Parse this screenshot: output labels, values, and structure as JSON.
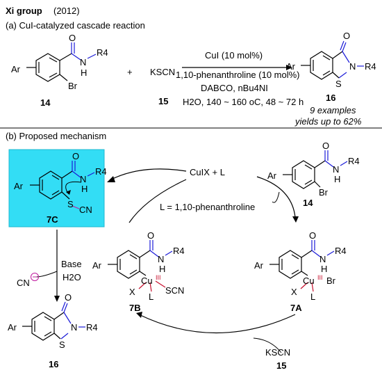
{
  "colors": {
    "black": "#000000",
    "blue": "#1a1ad8",
    "red": "#c8102e",
    "magenta": "#c0189e",
    "cyan_box": "#33ddf5"
  },
  "header": {
    "group": "Xi group",
    "year": "(2012)"
  },
  "part_a": {
    "title": "(a) CuI-catalyzed cascade reaction",
    "reagent_ksc": "KSCN",
    "plus": "+",
    "cond1": "CuI (10 mol%)",
    "cond2": "1,10-phenanthroline (10 mol%)",
    "cond3": "DABCO, nBu4NI",
    "cond4": "H2O, 140 ~ 160 oC, 48 ~ 72 h",
    "result1": "9 examples",
    "result2": "yields up to 62%"
  },
  "part_b": {
    "title": "(b) Proposed mechanism",
    "catalyst": "CuIX + L",
    "ligand_def": "L = 1,10-phenanthroline",
    "base": "Base",
    "water": "H2O",
    "cn": "CN"
  },
  "compounds": {
    "c14": "14",
    "c15": "15",
    "c16": "16",
    "c7a": "7A",
    "c7b": "7B",
    "c7c": "7C"
  },
  "atoms": {
    "ar": "Ar",
    "o": "O",
    "n": "N",
    "h": "H",
    "r4": "R4",
    "br": "Br",
    "s": "S",
    "cn_grp": "CN",
    "cu": "Cu",
    "x": "X",
    "l": "L",
    "scn": "SCN"
  }
}
